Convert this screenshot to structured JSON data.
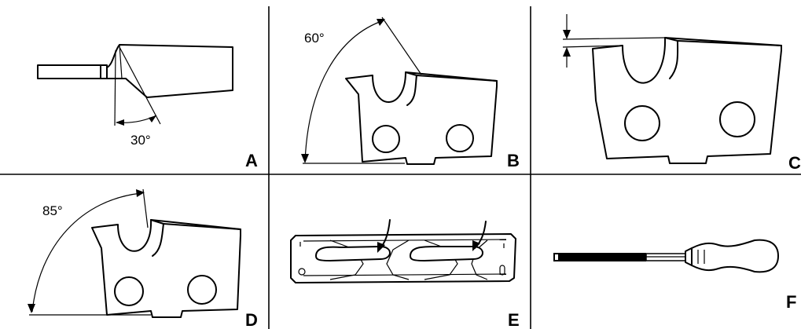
{
  "panels": {
    "a": {
      "letter": "A",
      "angle": "30°"
    },
    "b": {
      "letter": "B",
      "angle": "60°"
    },
    "c": {
      "letter": "C"
    },
    "d": {
      "letter": "D",
      "angle": "85°"
    },
    "e": {
      "letter": "E"
    },
    "f": {
      "letter": "F"
    }
  },
  "colors": {
    "ink": "#000000",
    "paper": "#ffffff"
  }
}
